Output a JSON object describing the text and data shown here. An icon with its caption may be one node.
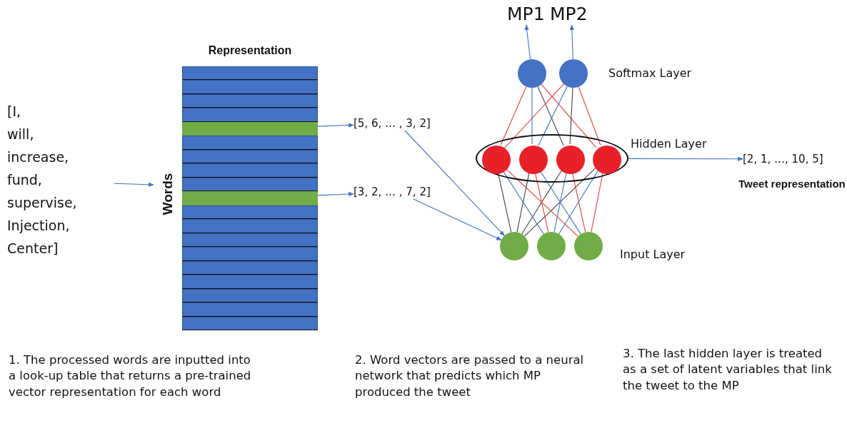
{
  "diagram": {
    "nodes": [
      {
        "text": [
          "[I, will, increase, fund, supervise, Injection, Center]"
        ]
      },
      {
        "text": [
          "Representation",
          "Words"
        ]
      },
      {
        "text": [],
        "shape": "bar",
        "in": 1
      },
      {
        "text": [],
        "shape": "bar",
        "in": 1
      },
      {
        "text": [
          "[5, 6, … , 3, 2]"
        ]
      },
      {
        "text": [
          "[3, 2, … , 7, 2]"
        ]
      },
      {
        "text": [
          "MP1"
        ]
      },
      {
        "text": [
          "MP2"
        ]
      },
      {
        "text": [],
        "shape": "circle"
      },
      {
        "text": [],
        "shape": "circle"
      },
      {
        "text": [],
        "shape": "ellipse"
      },
      {
        "text": [],
        "shape": "circle",
        "in": 10
      },
      {
        "text": [],
        "shape": "circle",
        "in": 10
      },
      {
        "text": [],
        "shape": "circle",
        "in": 10
      },
      {
        "text": [],
        "shape": "circle",
        "in": 10
      },
      {
        "text": [],
        "shape": "circle"
      },
      {
        "text": [],
        "shape": "circle"
      },
      {
        "text": [],
        "shape": "circle"
      },
      {
        "text": [
          "[2, 1, …, 10, 5]"
        ]
      }
    ],
    "edges": [
      {
        "from": 0,
        "to": 1,
        "arrow": "to"
      },
      {
        "from": 2,
        "to": 4,
        "arrow": "to"
      },
      {
        "from": 3,
        "to": 5,
        "arrow": "to"
      },
      {
        "from": 4,
        "to": 15,
        "arrow": "to"
      },
      {
        "from": 5,
        "to": 15,
        "arrow": "to"
      },
      {
        "from": 8,
        "to": 6,
        "arrow": "to"
      },
      {
        "from": 9,
        "to": 7,
        "arrow": "to"
      },
      {
        "from": 10,
        "to": 18,
        "arrow": "to"
      },
      {
        "from": 8,
        "to": 11,
        "arrow": "none",
        "color": "#e0403c"
      },
      {
        "from": 8,
        "to": 12,
        "arrow": "none"
      },
      {
        "from": 8,
        "to": 13,
        "arrow": "none",
        "color": "#404040"
      },
      {
        "from": 8,
        "to": 14,
        "arrow": "none",
        "color": "#e0403c"
      },
      {
        "from": 9,
        "to": 11,
        "arrow": "none",
        "color": "#e0403c"
      },
      {
        "from": 9,
        "to": 12,
        "arrow": "none"
      },
      {
        "from": 9,
        "to": 13,
        "arrow": "none",
        "color": "#404040"
      },
      {
        "from": 9,
        "to": 14,
        "arrow": "none",
        "color": "#e0403c"
      },
      {
        "from": 15,
        "to": 11,
        "arrow": "none",
        "color": "#404040"
      },
      {
        "from": 15,
        "to": 12,
        "arrow": "none",
        "color": "#404040"
      },
      {
        "from": 15,
        "to": 13,
        "arrow": "none",
        "color": "#404040"
      },
      {
        "from": 15,
        "to": 14,
        "arrow": "none",
        "color": "#404040"
      },
      {
        "from": 16,
        "to": 11,
        "arrow": "none"
      },
      {
        "from": 16,
        "to": 12,
        "arrow": "none",
        "color": "#e0403c"
      },
      {
        "from": 16,
        "to": 13,
        "arrow": "none"
      },
      {
        "from": 16,
        "to": 14,
        "arrow": "none"
      },
      {
        "from": 17,
        "to": 11,
        "arrow": "none",
        "color": "#e0403c"
      },
      {
        "from": 17,
        "to": 12,
        "arrow": "none"
      },
      {
        "from": 17,
        "to": 13,
        "arrow": "none",
        "color": "#e0403c"
      },
      {
        "from": 17,
        "to": 14,
        "arrow": "none",
        "color": "#e0403c"
      }
    ],
    "labels": [
      "Softmax Layer",
      "Hidden Layer",
      "Tweet representation",
      "Input Layer",
      "1. The processed words are inputted into a look-up table that returns a pre-trained vector representation for each word",
      "2. Word vectors are passed to a neural network that predicts which MP produced the tweet",
      "3. The last hidden layer is treated as a set of latent variables that link the tweet to the MP"
    ]
  }
}
